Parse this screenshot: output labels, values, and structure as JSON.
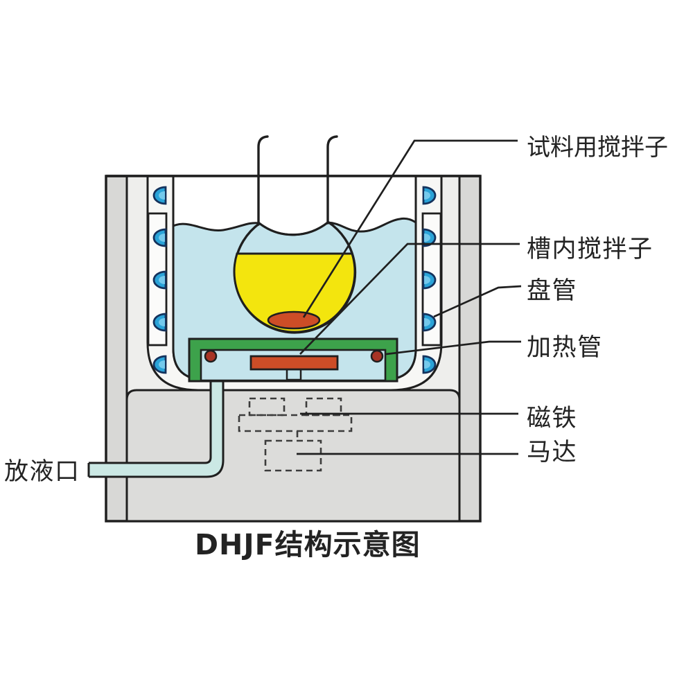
{
  "diagram": {
    "title": "DHJF结构示意图",
    "labels": {
      "sample_stirrer": "试料用搅拌子",
      "tank_stirrer": "槽内搅拌子",
      "coil": "盘管",
      "heater": "加热管",
      "magnet": "磁铁",
      "motor": "马达",
      "drain": "放液口"
    },
    "colors": {
      "housing_gray": "#d8d8d6",
      "liner_gray": "#eeeeec",
      "tank_wall_white": "#f7f7f5",
      "bath_liquid_blue": "#c4e4ec",
      "flask_liquid_yellow": "#f3e50e",
      "stirrer_red": "#cd4d27",
      "heater_dot_red": "#a83425",
      "plate_green": "#3da24b",
      "coil_blue": "#2aa3d8",
      "coil_highlight": "#74c9ec",
      "pipe_cyan": "#cbe8e4",
      "outline_black": "#1f1f1f"
    }
  }
}
